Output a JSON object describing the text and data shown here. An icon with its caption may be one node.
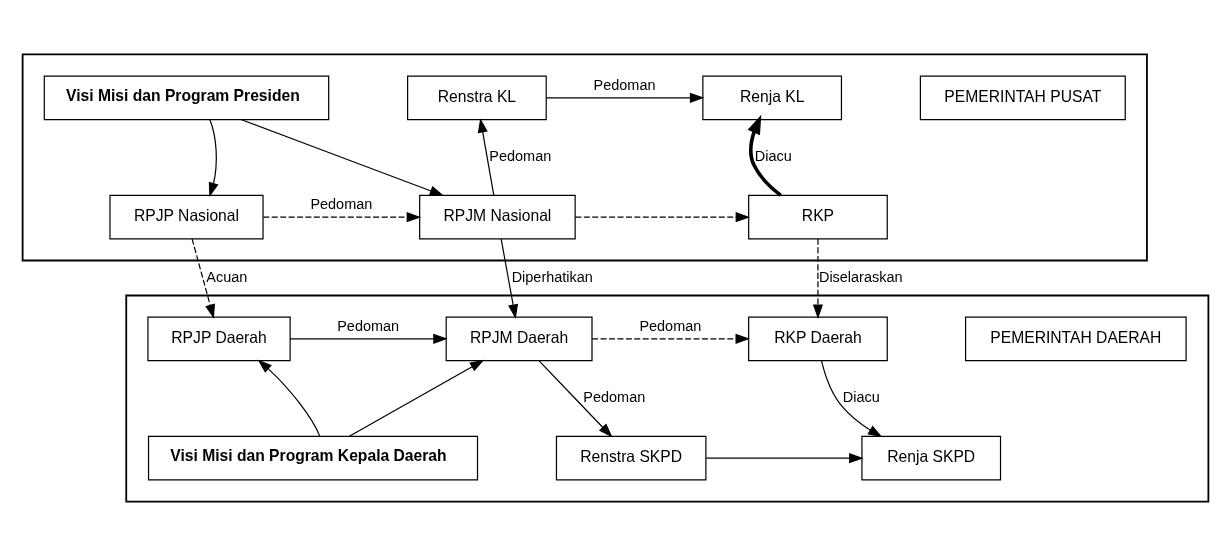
{
  "diagram": {
    "nodes": [
      {
        "text": [],
        "shape": "box"
      },
      {
        "text": [
          "Visi Misi dan Program Presiden"
        ],
        "in": 0
      },
      {
        "text": [
          "Renstra KL"
        ],
        "in": 0
      },
      {
        "text": [
          "Renja KL"
        ],
        "in": 0
      },
      {
        "text": [
          "PEMERINTAH PUSAT"
        ],
        "in": 0
      },
      {
        "text": [
          "RPJP Nasional"
        ],
        "in": 0
      },
      {
        "text": [
          "RPJM Nasional"
        ],
        "in": 0
      },
      {
        "text": [
          "RKP"
        ],
        "in": 0
      },
      {
        "text": [],
        "shape": "box"
      },
      {
        "text": [
          "RPJP Daerah"
        ],
        "in": 8
      },
      {
        "text": [
          "RPJM Daerah"
        ],
        "in": 8
      },
      {
        "text": [
          "RKP Daerah"
        ],
        "in": 8
      },
      {
        "text": [
          "PEMERINTAH DAERAH"
        ],
        "in": 8
      },
      {
        "text": [
          "Visi Misi dan Program Kepala Daerah"
        ],
        "in": 8
      },
      {
        "text": [
          "Renstra SKPD"
        ],
        "in": 8
      },
      {
        "text": [
          "Renja SKPD"
        ],
        "in": 8
      }
    ],
    "edges": [
      {
        "from": 1,
        "to": 5,
        "arrow": "to"
      },
      {
        "from": 1,
        "to": 6,
        "arrow": "to"
      },
      {
        "from": 5,
        "to": 6,
        "arrow": "to",
        "label": "Pedoman",
        "style": "dashed"
      },
      {
        "from": 6,
        "to": 2,
        "arrow": "to",
        "label": "Pedoman"
      },
      {
        "from": 2,
        "to": 3,
        "arrow": "to",
        "label": "Pedoman"
      },
      {
        "from": 6,
        "to": 7,
        "arrow": "to",
        "style": "dashed"
      },
      {
        "from": 7,
        "to": 3,
        "arrow": "to",
        "label": "Diacu",
        "style": "thick"
      },
      {
        "from": 5,
        "to": 9,
        "arrow": "to",
        "label": "Acuan",
        "style": "dashed"
      },
      {
        "from": 6,
        "to": 10,
        "arrow": "to",
        "label": "Diperhatikan"
      },
      {
        "from": 7,
        "to": 11,
        "arrow": "to",
        "label": "Diselaraskan",
        "style": "dashed"
      },
      {
        "from": 9,
        "to": 10,
        "arrow": "to",
        "label": "Pedoman"
      },
      {
        "from": 10,
        "to": 11,
        "arrow": "to",
        "label": "Pedoman",
        "style": "dashed"
      },
      {
        "from": 13,
        "to": 9,
        "arrow": "to"
      },
      {
        "from": 13,
        "to": 10,
        "arrow": "to"
      },
      {
        "from": 10,
        "to": 14,
        "arrow": "to",
        "label": "Pedoman"
      },
      {
        "from": 11,
        "to": 15,
        "arrow": "to",
        "label": "Diacu"
      },
      {
        "from": 14,
        "to": 15,
        "arrow": "to"
      }
    ]
  }
}
